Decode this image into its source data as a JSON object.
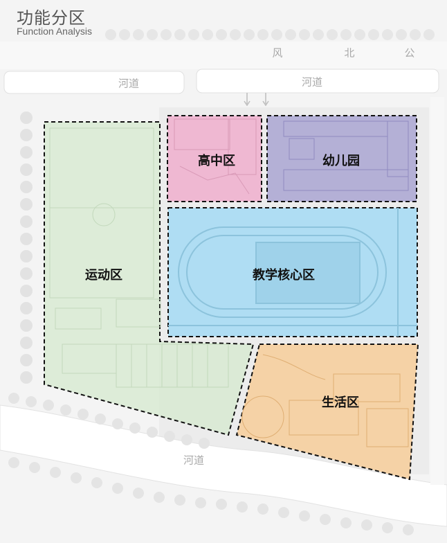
{
  "header": {
    "title": "功能分区",
    "subtitle": "Function Analysis"
  },
  "road_labels": {
    "wind": "风",
    "north": "北",
    "park": "公",
    "river_left": "河道",
    "river_right": "河道",
    "river_bottom": "河道"
  },
  "zones": {
    "sports": {
      "label": "运动区",
      "color": "#d8ead2"
    },
    "high_school": {
      "label": "高中区",
      "color": "#f0b3cf"
    },
    "kindergarten": {
      "label": "幼儿园",
      "color": "#aeaad4"
    },
    "teaching": {
      "label": "教学核心区",
      "color": "#a9dcf4"
    },
    "living": {
      "label": "生活区",
      "color": "#f6cf9f"
    }
  }
}
